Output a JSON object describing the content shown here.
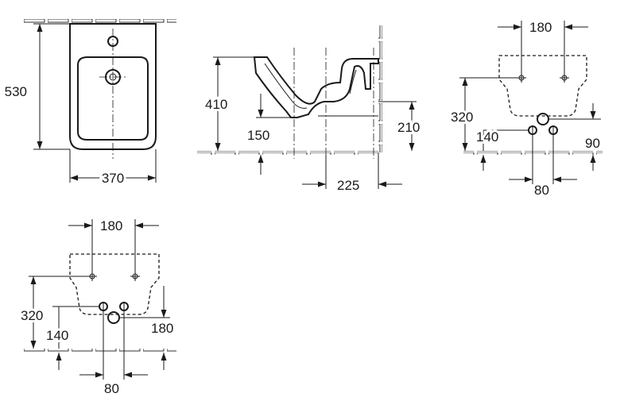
{
  "front_view": {
    "height_label": "530",
    "width_label": "370"
  },
  "side_view": {
    "height_label": "410",
    "inlet_height_label": "150",
    "outlet_height_label": "210",
    "depth_label": "225"
  },
  "connection_view_top": {
    "fixing_spacing_label": "180",
    "fixing_height_label": "320",
    "supply_height_label": "140",
    "drain_height_label": "90",
    "supply_spacing_label": "80"
  },
  "connection_view_bottom": {
    "fixing_spacing_label": "180",
    "fixing_height_label": "320",
    "supply_height_label": "140",
    "drain_height_label": "180",
    "supply_spacing_label": "80"
  }
}
